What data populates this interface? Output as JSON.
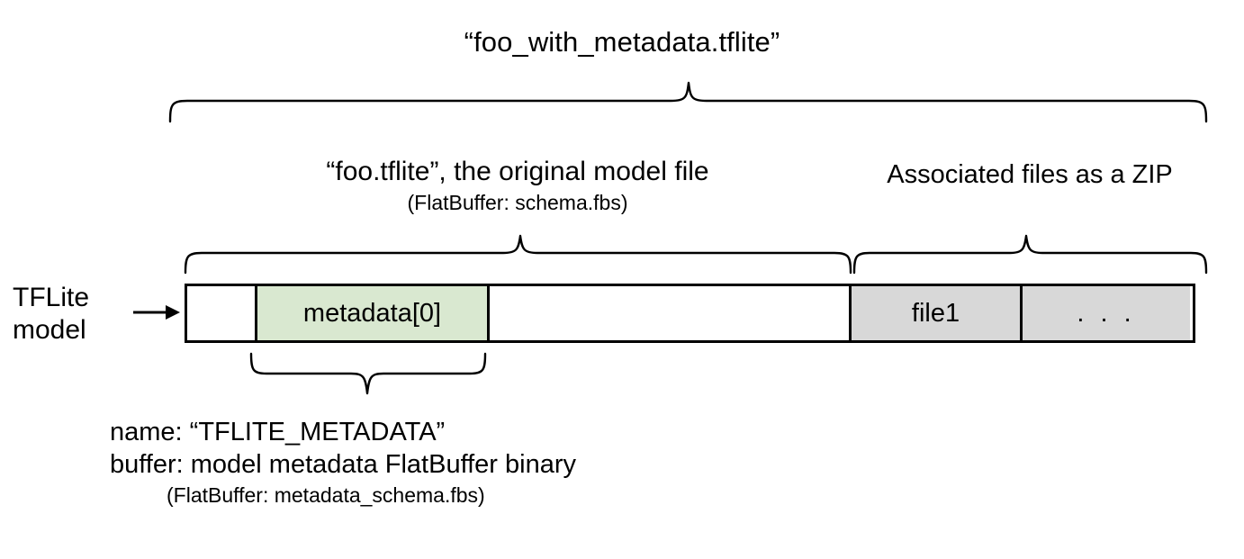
{
  "diagram": {
    "title": "“foo_with_metadata.tflite”",
    "left_label": {
      "line1": "TFLite",
      "line2": "model"
    },
    "model_section": {
      "heading": "“foo.tflite”, the original model file",
      "subheading": "(FlatBuffer: schema.fbs)"
    },
    "zip_section": {
      "heading": "Associated files as a ZIP"
    },
    "bar_cells": [
      {
        "label": "",
        "fill": "#ffffff"
      },
      {
        "label": "metadata[0]",
        "fill": "#d9e8d0"
      },
      {
        "label": "",
        "fill": "#ffffff"
      },
      {
        "label": "file1",
        "fill": "#d8d8d8"
      },
      {
        "label": ". . .",
        "fill": "#d8d8d8"
      }
    ],
    "metadata_note": {
      "line1": "name: “TFLITE_METADATA”",
      "line2": "buffer: model metadata FlatBuffer binary",
      "line3": "(FlatBuffer: metadata_schema.fbs)"
    },
    "colors": {
      "metadata_fill": "#d9e8d0",
      "zip_fill": "#d8d8d8",
      "stroke": "#000000",
      "background": "#ffffff"
    }
  }
}
